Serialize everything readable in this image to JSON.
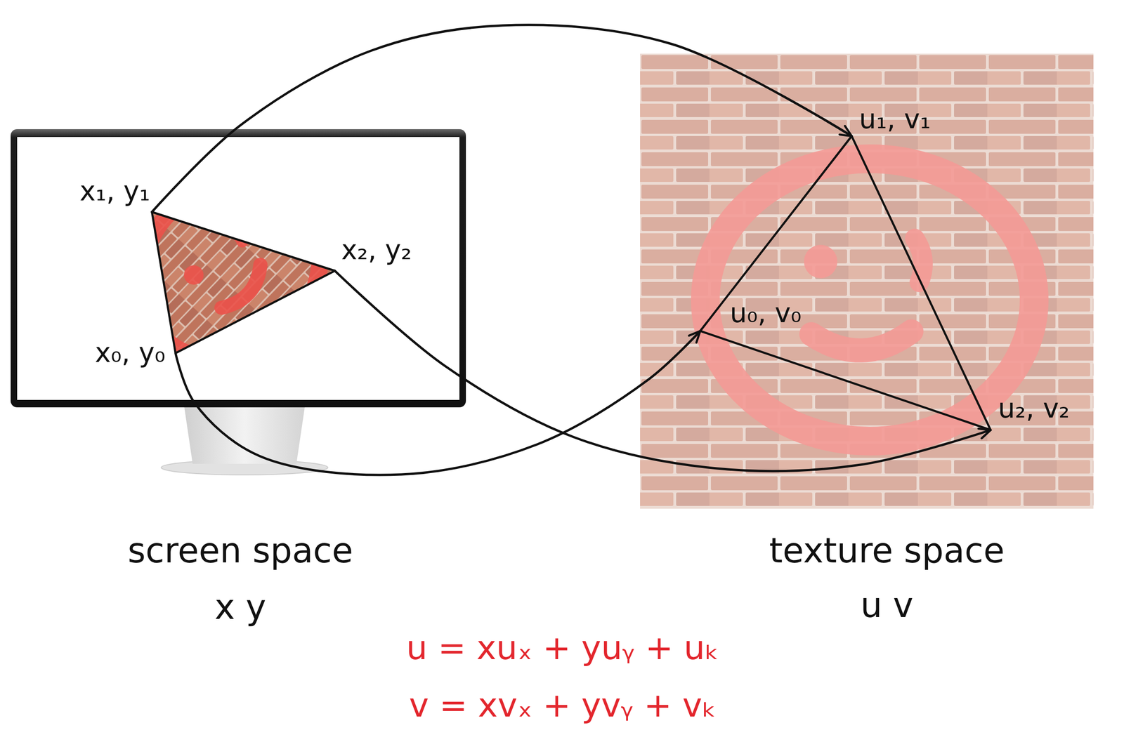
{
  "diagram": {
    "nodes": [
      {
        "text": [
          "screen space",
          "x y"
        ]
      },
      {
        "text": [
          "x₁, y₁"
        ],
        "in": 0
      },
      {
        "text": [
          "x₂, y₂"
        ],
        "in": 0
      },
      {
        "text": [
          "x₀, y₀"
        ],
        "in": 0
      },
      {
        "text": [
          "texture space",
          "u v"
        ]
      },
      {
        "text": [
          "u₁, v₁"
        ],
        "in": 4
      },
      {
        "text": [
          "u₀, v₀"
        ],
        "in": 4
      },
      {
        "text": [
          "u₂, v₂"
        ],
        "in": 4
      }
    ],
    "edges": [
      {
        "from": 1,
        "to": 5,
        "arrow": "to"
      },
      {
        "from": 2,
        "to": 7,
        "arrow": "to"
      },
      {
        "from": 3,
        "to": 6,
        "arrow": "to"
      }
    ],
    "labels": [
      "u = xuₓ + yuᵧ + uₖ",
      "v = xvₓ + yvᵧ + vₖ"
    ]
  }
}
